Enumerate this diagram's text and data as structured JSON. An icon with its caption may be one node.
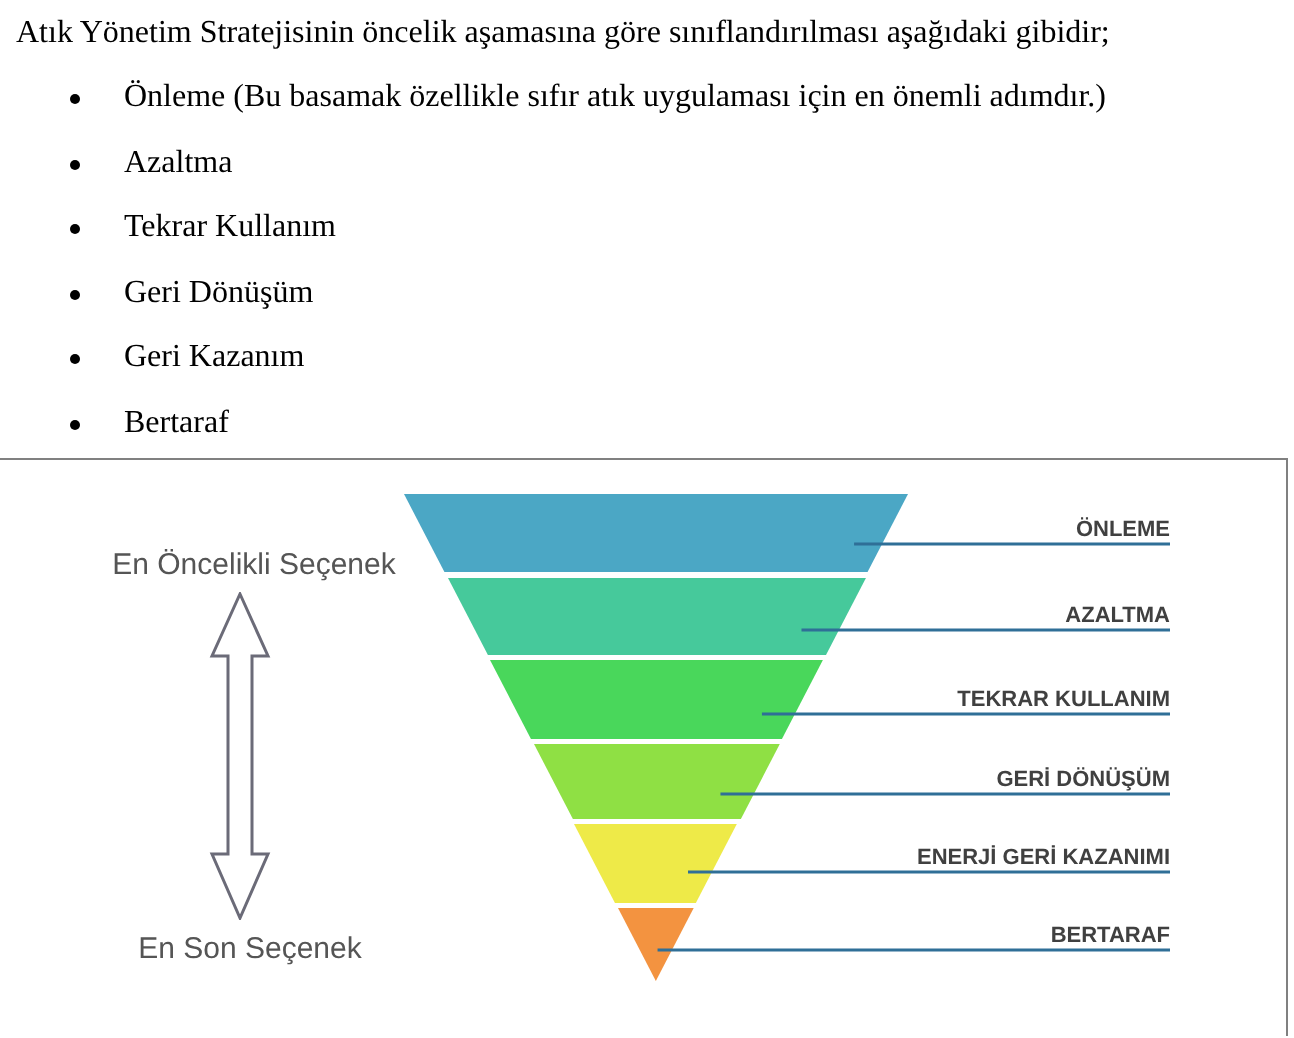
{
  "diagram": {
    "nodes": [
      {
        "text": [],
        "shape": "trapezoid"
      },
      {
        "text": [],
        "shape": "trapezoid"
      },
      {
        "text": [],
        "shape": "trapezoid"
      },
      {
        "text": [],
        "shape": "trapezoid"
      },
      {
        "text": [],
        "shape": "trapezoid"
      },
      {
        "text": [],
        "shape": "triangle"
      },
      {
        "text": [
          "ÖNLEME"
        ]
      },
      {
        "text": [
          "AZALTMA"
        ]
      },
      {
        "text": [
          "TEKRAR KULLANIM"
        ]
      },
      {
        "text": [
          "GERİ DÖNÜŞÜM"
        ]
      },
      {
        "text": [
          "ENERJİ GERİ KAZANIMI"
        ]
      },
      {
        "text": [
          "BERTARAF"
        ]
      }
    ],
    "edges": [
      {
        "from": 6,
        "to": 0,
        "arrow": "none"
      },
      {
        "from": 7,
        "to": 1,
        "arrow": "none"
      },
      {
        "from": 8,
        "to": 2,
        "arrow": "none"
      },
      {
        "from": 9,
        "to": 3,
        "arrow": "none"
      },
      {
        "from": 10,
        "to": 4,
        "arrow": "none"
      },
      {
        "from": 11,
        "to": 5,
        "arrow": "none"
      }
    ],
    "labels": [
      "Atık Yönetim Stratejisinin öncelik aşamasına göre sınıflandırılması aşağıdaki gibidir;",
      "Önleme (Bu basamak özellikle sıfır atık uygulaması için en önemli adımdır.)",
      "Azaltma",
      "Tekrar Kullanım",
      "Geri Dönüşüm",
      "Geri Kazanım",
      "Bertaraf",
      "En Öncelikli Seçenek",
      "En Son Seçenek"
    ]
  }
}
